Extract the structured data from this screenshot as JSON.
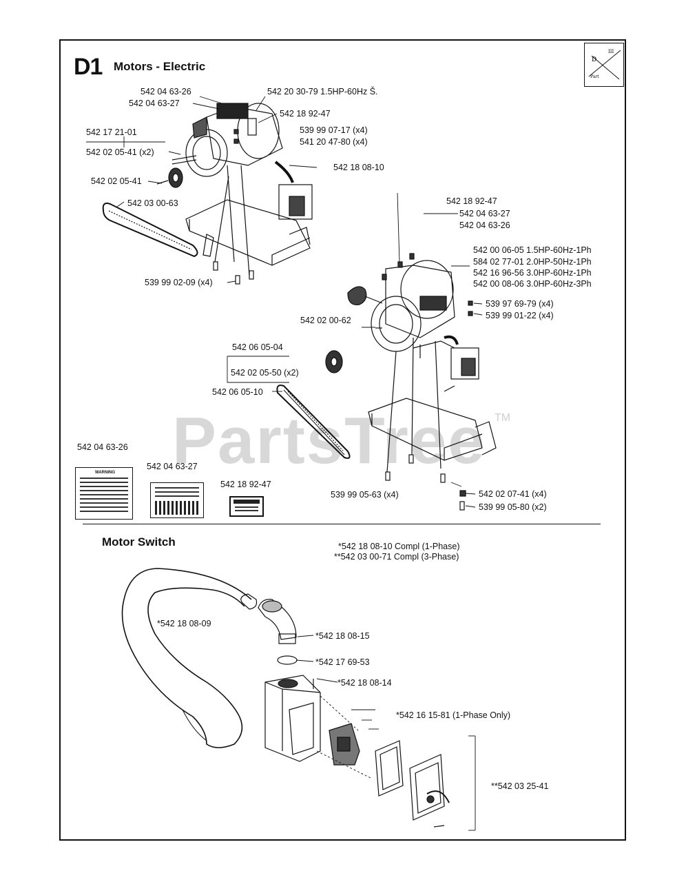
{
  "header": {
    "code": "D1",
    "title": "Motors - Electric"
  },
  "watermark": {
    "text": "PartsTree",
    "tm": "TM"
  },
  "labels_upper": [
    {
      "id": "l1",
      "text": "542 04 63-26"
    },
    {
      "id": "l2",
      "text": "542 04 63-27"
    },
    {
      "id": "l3",
      "text": "542 20 30-79 1.5HP-60Hz Š."
    },
    {
      "id": "l4",
      "text": "542 18 92-47"
    },
    {
      "id": "l5",
      "text": "542 17 21-01"
    },
    {
      "id": "l6",
      "text": "539 99 07-17 (x4)"
    },
    {
      "id": "l7",
      "text": "541 20 47-80 (x4)"
    },
    {
      "id": "l8",
      "text": "542 02 05-41 (x2)"
    },
    {
      "id": "l9",
      "text": "542 02 05-41"
    },
    {
      "id": "l10",
      "text": "542 18 08-10"
    },
    {
      "id": "l11",
      "text": "542 03 00-63"
    },
    {
      "id": "l12",
      "text": "542 18 92-47"
    },
    {
      "id": "l13",
      "text": "542 04 63-27"
    },
    {
      "id": "l14",
      "text": "542 04 63-26"
    },
    {
      "id": "l15",
      "text": "542 00 06-05 1.5HP-60Hz-1Ph"
    },
    {
      "id": "l16",
      "text": "584 02 77-01 2.0HP-50Hz-1Ph"
    },
    {
      "id": "l17",
      "text": "542 16 96-56 3.0HP-60Hz-1Ph"
    },
    {
      "id": "l18",
      "text": "542 00 08-06 3.0HP-60Hz-3Ph"
    },
    {
      "id": "l19",
      "text": "539 99 02-09 (x4)"
    },
    {
      "id": "l20",
      "text": "539 97 69-79 (x4)"
    },
    {
      "id": "l21",
      "text": "539 99 01-22 (x4)"
    },
    {
      "id": "l22",
      "text": "542 02 00-62"
    },
    {
      "id": "l23",
      "text": "542 06 05-04"
    },
    {
      "id": "l24",
      "text": "542 02 05-50 (x2)"
    },
    {
      "id": "l25",
      "text": "542 06 05-10"
    },
    {
      "id": "l26",
      "text": "542 04 63-26"
    },
    {
      "id": "l27",
      "text": "542 04 63-27"
    },
    {
      "id": "l28",
      "text": "542 18 92-47"
    },
    {
      "id": "l29",
      "text": "539 99 05-63 (x4)"
    },
    {
      "id": "l30",
      "text": "542 02 07-41 (x4)"
    },
    {
      "id": "l31",
      "text": "539 99 05-80 (x2)"
    }
  ],
  "motor_switch": {
    "title": "Motor Switch",
    "labels": [
      {
        "id": "m1",
        "text": "*542 18 08-10 Compl (1-Phase)"
      },
      {
        "id": "m2",
        "text": "**542 03 00-71 Compl (3-Phase)"
      },
      {
        "id": "m3",
        "text": "*542 18 08-09"
      },
      {
        "id": "m4",
        "text": "*542 18 08-15"
      },
      {
        "id": "m5",
        "text": "*542 17 69-53"
      },
      {
        "id": "m6",
        "text": "*542 18 08-14"
      },
      {
        "id": "m7",
        "text": "*542 16 15-81 (1-Phase Only)"
      },
      {
        "id": "m8",
        "text": "**542 03 25-41"
      }
    ]
  },
  "decals": {
    "warning_heading": "WARNING"
  }
}
